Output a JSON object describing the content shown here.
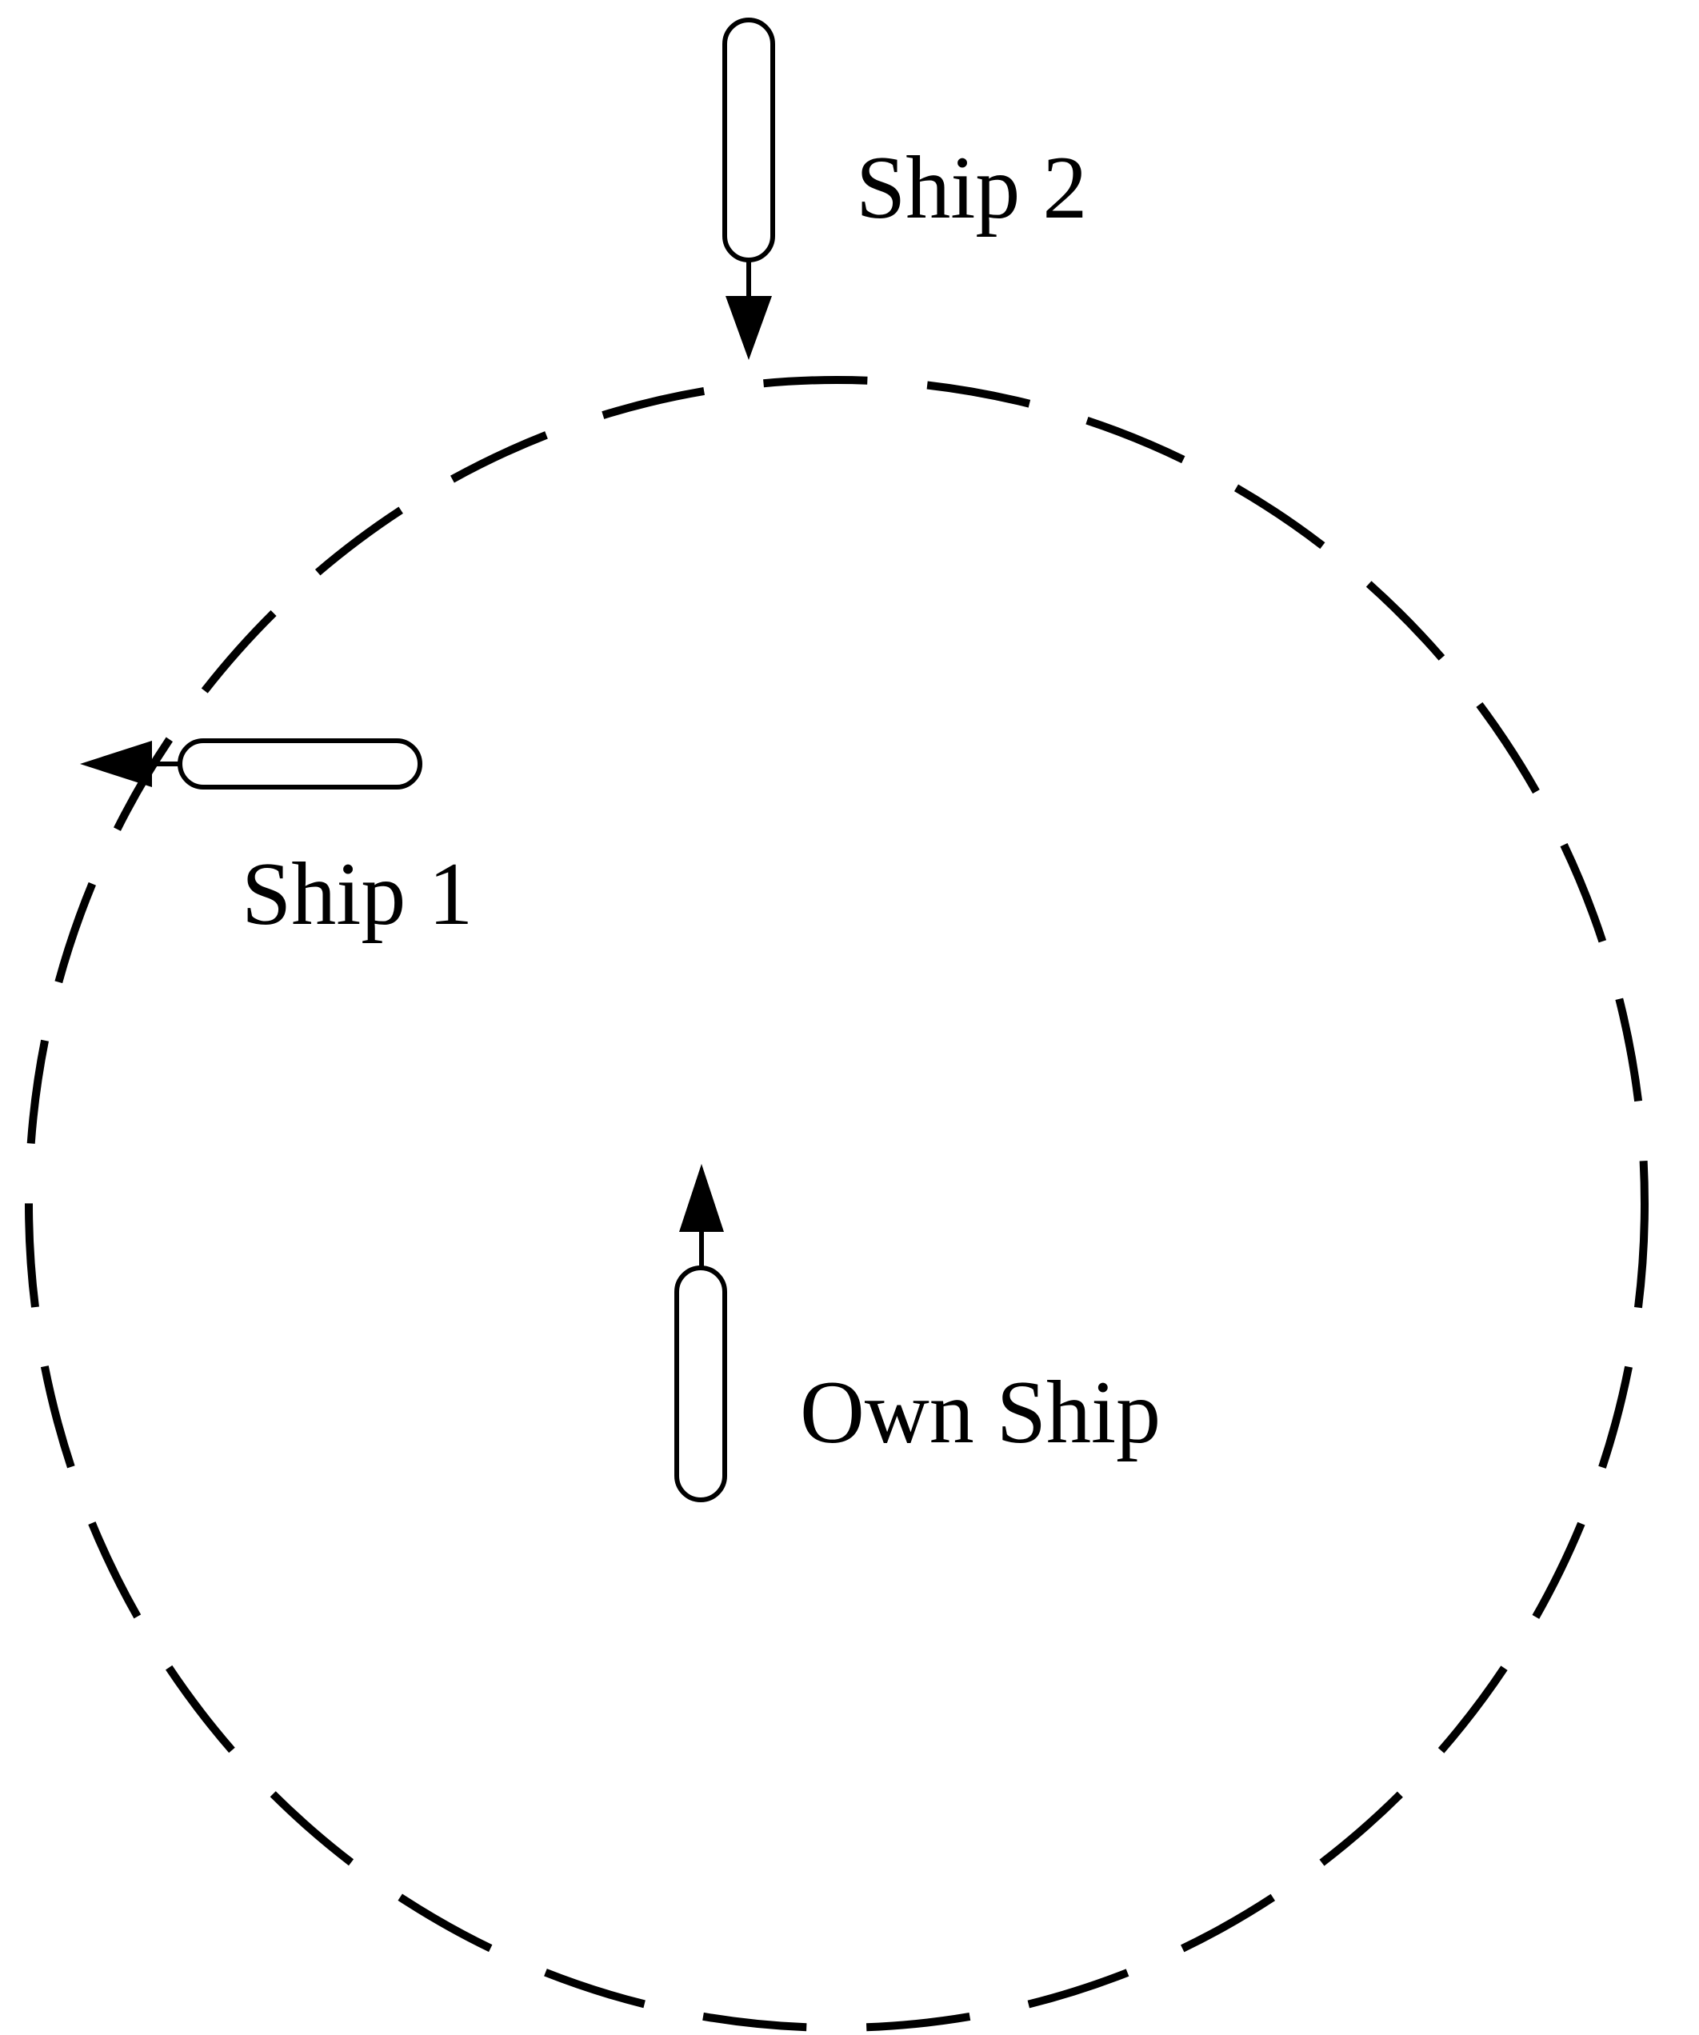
{
  "diagram": {
    "labels": {
      "ship2": "Ship 2",
      "ship1": "Ship 1",
      "own_ship": "Own Ship"
    },
    "colors": {
      "stroke": "#000000",
      "hull_fill": "#ffffff",
      "background": "#ffffff"
    },
    "icons": {
      "ship2": "ship-hull-icon",
      "ship1": "ship-hull-icon",
      "own_ship": "ship-hull-icon",
      "heading": "arrow-icon",
      "range_circle": "dashed-circle"
    }
  }
}
